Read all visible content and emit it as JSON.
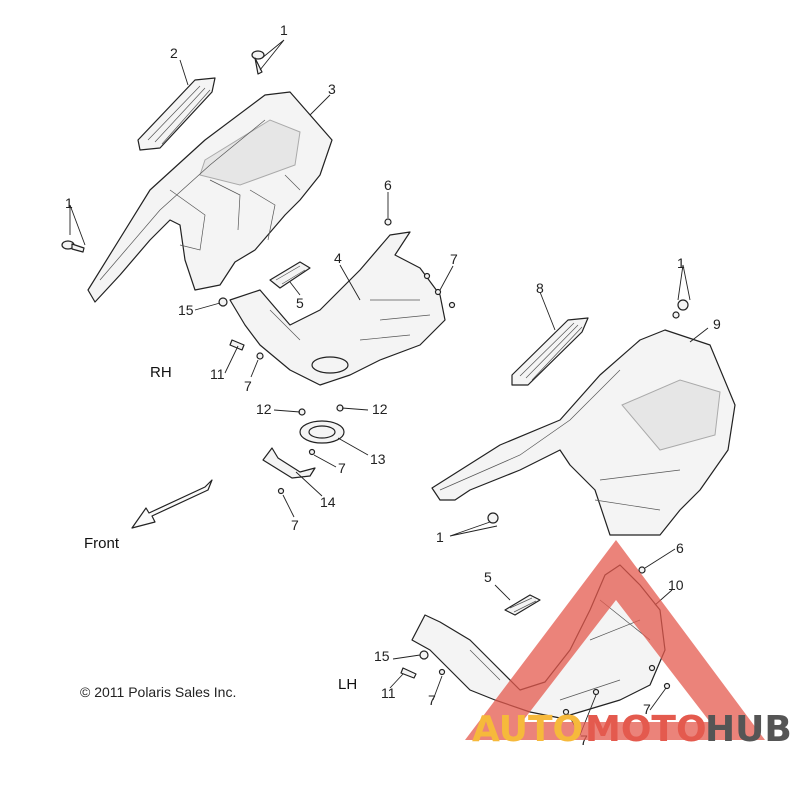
{
  "diagram": {
    "copyright": "© 2011 Polaris Sales Inc.",
    "labels": {
      "rh": "RH",
      "lh": "LH",
      "front": "Front"
    },
    "callouts": {
      "c1_top": "1",
      "c2": "2",
      "c3": "3",
      "c1_left": "1",
      "c6_top": "6",
      "c4": "4",
      "c7_a": "7",
      "c15_a": "15",
      "c5_a": "5",
      "c11_a": "11",
      "c7_b": "7",
      "c12_a": "12",
      "c12_b": "12",
      "c13": "13",
      "c7_c": "7",
      "c14": "14",
      "c7_d": "7",
      "c8": "8",
      "c9": "9",
      "c1_right": "1",
      "c1_bottom": "1",
      "c6_bottom": "6",
      "c5_b": "5",
      "c10": "10",
      "c15_b": "15",
      "c11_b": "11",
      "c7_e": "7",
      "c7_f": "7",
      "c7_g": "7"
    }
  },
  "watermark": {
    "auto": "AUTO",
    "moto": "MOTO",
    "hub": "HUB",
    "colors": {
      "triangle": "#e45a4e",
      "auto": "#f6b93b",
      "moto": "#e45a4e",
      "hub": "#555555"
    }
  }
}
